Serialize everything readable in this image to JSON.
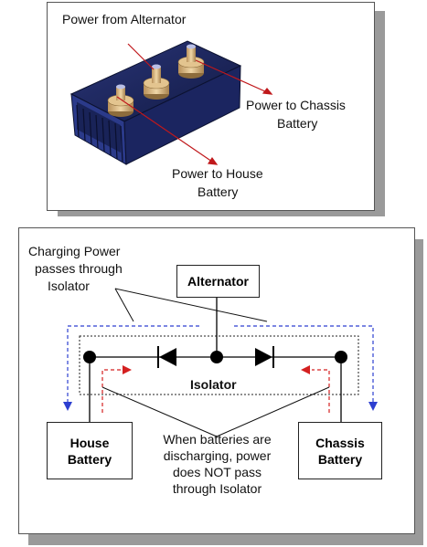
{
  "top_panel": {
    "label_alternator": "Power from Alternator",
    "label_chassis": [
      "Power to Chassis",
      "Battery"
    ],
    "label_house": [
      "Power to House",
      "Battery"
    ]
  },
  "bottom_panel": {
    "charging_note": [
      "Charging Power",
      "passes through",
      "Isolator"
    ],
    "alternator_box": "Alternator",
    "isolator_label": "Isolator",
    "house_battery": [
      "House",
      "Battery"
    ],
    "chassis_battery": [
      "Chassis",
      "Battery"
    ],
    "discharge_note": [
      "When batteries are",
      "discharging, power",
      "does NOT pass",
      "through Isolator"
    ]
  },
  "colors": {
    "charging_path": "#2d3fd0",
    "discharge_arrow": "#d42020",
    "pointer_line": "#c0181b",
    "heatsink": "#1e2a6e",
    "terminal": "#d4b27a"
  }
}
